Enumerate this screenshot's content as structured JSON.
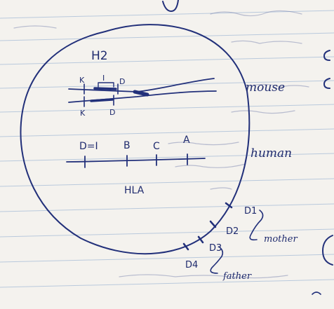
{
  "notebook": {
    "ink_color": "#22307a",
    "paper_color": "#f4f2ee",
    "rule_color": "#b9c9dc"
  },
  "diagram": {
    "h2_label": "H2",
    "mouse_map": {
      "label": "mouse",
      "upper_markers": [
        "K",
        "I",
        "D"
      ],
      "lower_markers": [
        "K",
        "D"
      ]
    },
    "human_map": {
      "label": "human",
      "markers": [
        "D=I",
        "B",
        "C",
        "A"
      ],
      "region_label": "HLA"
    },
    "circle_ticks": {
      "labels": [
        "D1",
        "D2",
        "D3",
        "D4"
      ],
      "annotations": [
        "mother",
        "father"
      ]
    }
  }
}
